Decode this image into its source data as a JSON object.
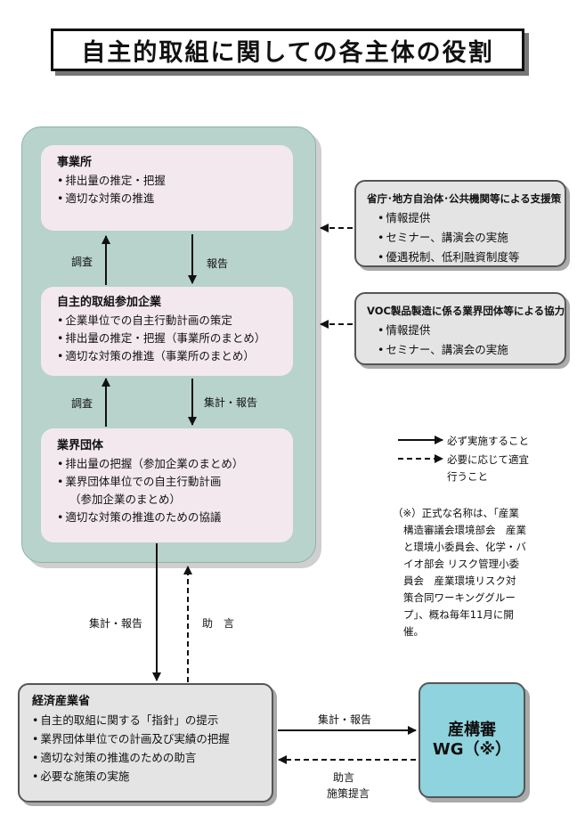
{
  "title": "自主的取組に関しての各主体の役割",
  "jigyosho": {
    "title": "事業所",
    "items": [
      "排出量の推定・把握",
      "適切な対策の推進"
    ]
  },
  "sanka": {
    "title": "自主的取組参加企業",
    "items": [
      "企業単位での自主行動計画の策定",
      "排出量の推定・把握（事業所のまとめ）",
      "適切な対策の推進（事業所のまとめ）"
    ]
  },
  "gyokai": {
    "title": "業界団体",
    "items": [
      "排出量の把握（参加企業のまとめ）",
      "業界団体単位での自主行動計画",
      "（参加企業のまとめ）",
      "適切な対策の推進のための協議"
    ]
  },
  "shicho": {
    "title": "省庁･地方自治体･公共機関等による支援策",
    "items": [
      "情報提供",
      "セミナー、講演会の実施",
      "優遇税制、低利融資制度等"
    ]
  },
  "voc": {
    "title": "VOC製品製造に係る業界団体等による協力",
    "items": [
      "情報提供",
      "セミナー、講演会の実施"
    ]
  },
  "keizai": {
    "title": "経済産業省",
    "items": [
      "自主的取組に関する「指針」の提示",
      "業界団体単位での計画及び実績の把握",
      "適切な対策の推進のための助言",
      "必要な施策の実施"
    ]
  },
  "wg": {
    "line1": "産構審",
    "line2": "WG（※）"
  },
  "labels": {
    "chosa1": "調査",
    "hokoku1": "報告",
    "chosa2": "調査",
    "shukei_hokoku1": "集計・報告",
    "shukei_hokoku2": "集計・報告",
    "jogen1": "助　言",
    "shukei_hokoku3": "集計・報告",
    "jogen2": "助言",
    "shisaku": "施策提言"
  },
  "legend": {
    "solid": "必ず実施すること",
    "dashed_line1": "必要に応じて適宜",
    "dashed_line2": "行うこと"
  },
  "note": {
    "lines": [
      "（※）正式な名称は、「産業",
      "構造審議会環境部会　産業",
      "と環境小委員会、化学・バ",
      "イオ部会 リスク管理小委",
      "員会　産業環境リスク対",
      "策合同ワーキンググルー",
      "プ」、概ね毎年11月に開",
      "催。"
    ]
  }
}
